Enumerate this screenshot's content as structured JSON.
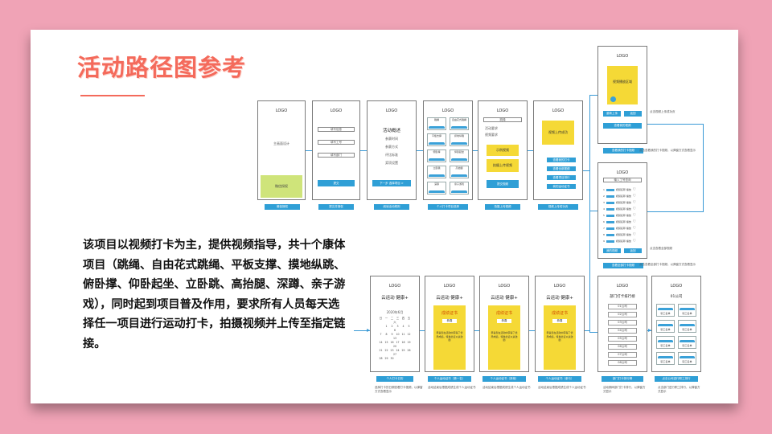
{
  "slide": {
    "title": "活动路径图参考",
    "description": "该项目以视频打卡为主，提供视频指导，共十个康体项目（跳绳、自由花式跳绳、平板支撑、摸地纵跳、俯卧撑、仰卧起坐、立卧跳、高抬腿、深蹲、亲子游戏），同时起到项目普及作用，要求所有人员每天选择任一项目进行运动打卡，拍摄视频并上传至指定链接。"
  },
  "flow": {
    "logo": "LOGO",
    "screen1": {
      "text": "主画面设计",
      "green_btn": "微信授权",
      "caption": "微信授权"
    },
    "screen2": {
      "fields": [
        "填写信息",
        "填写工号",
        "填写部门"
      ],
      "btn": "提交",
      "caption": "提交并授权"
    },
    "screen3": {
      "title": "活动概述",
      "lines": [
        "参赛时间",
        "参赛方式",
        "评比标准",
        "奖项设置"
      ],
      "btn": "下一步 选择项目 >",
      "caption": "阅读活动规则"
    },
    "screen4": {
      "items": [
        "跳绳",
        "自由花式跳绳",
        "平板支撑",
        "摸地纵跳",
        "俯卧撑",
        "仰卧起坐",
        "立卧跳",
        "高抬腿",
        "深蹲",
        "亲子游戏"
      ],
      "caption": "个人打卡项目选择"
    },
    "screen5": {
      "top": "跳绳",
      "lines": [
        "活动要求",
        "视频要求"
      ],
      "yellow1": "示例视频",
      "yellow2": "拍摄上传视频",
      "btn": "提交视频",
      "caption": "拍摄上传视频"
    },
    "screen6": {
      "yellow": "视频上传成功",
      "btns": [
        "查看我的打卡",
        "查看全部视频",
        "查看项目排行",
        "我的运动证书"
      ],
      "caption": "视频上传成功页"
    },
    "screen7": {
      "yellow": "视频播放区域",
      "btns": [
        "重新上传",
        "返回"
      ],
      "extra_btn": "查看我的视频",
      "caption": "查看我的打卡视频",
      "note1": "点击视频上传成功页",
      "note2": "点击查看我的打卡视频，以弹窗方式查看显示"
    },
    "screen8": {
      "title": "输入工号查询",
      "rows": [
        "1",
        "2",
        "3",
        "4",
        "5",
        "6",
        "7",
        "8",
        "9"
      ],
      "row_label": "视频名称",
      "row_action": "播放",
      "btns": [
        "我的视频",
        "返回"
      ],
      "caption": "查看全部打卡视频",
      "note1": "点击查看全部视频",
      "note2": "点击查看全部打卡视频，以弹窗方式查看显示"
    },
    "screen9": {
      "header": "云运动 健康+",
      "month": "2020年6月",
      "weekdays": [
        "日",
        "一",
        "二",
        "三",
        "四",
        "五",
        "六"
      ],
      "caption": "个人打卡日历",
      "note": "选择打卡的日期查看打卡视频，以弹窗方式查看显示"
    },
    "screen10": {
      "header": "云运动 健康+",
      "cert_title": "成绩证书",
      "sub": "恭喜",
      "body": "恭喜您在活动中获得了优异成绩，特发此证以资鼓励",
      "caption": "个人运动证书（第一名）",
      "note": "活动结束后根据成绩生成个人运动证书"
    },
    "screen11": {
      "header": "云运动 健康+",
      "cert_title": "成绩证书",
      "sub": "恭喜",
      "body": "恭喜您在活动中获得了优异成绩，特发此证以资鼓励",
      "caption": "个人运动证书（其他）",
      "note": "活动结束后根据成绩生成个人运动证书"
    },
    "screen12": {
      "header": "云运动 健康+",
      "cert_title": "成绩证书",
      "sub": "恭喜",
      "body": "恭喜您在活动中获得了优异成绩，特发此证以资鼓励",
      "caption": "个人运动证书（参与）",
      "note": "活动结束后根据成绩生成个人运动证书"
    },
    "screen13": {
      "title": "部门打卡排行榜",
      "rows": [
        "01公司",
        "02公司",
        "03公司",
        "04公司",
        "05公司",
        "06公司",
        "07公司",
        "08公司"
      ],
      "caption": "部门打卡排行榜",
      "note": "活动期间部门打卡排行，以弹窗方式显示"
    },
    "screen14": {
      "title": "01公司",
      "cells": [
        "职工名单",
        "职工名单",
        "职工名单",
        "职工名单",
        "职工名单",
        "职工名单",
        "职工名单",
        "职工名单"
      ],
      "caption": "点击公司进行职工排行",
      "note": "点击部门进行职工排行，以弹窗方式显示"
    }
  }
}
